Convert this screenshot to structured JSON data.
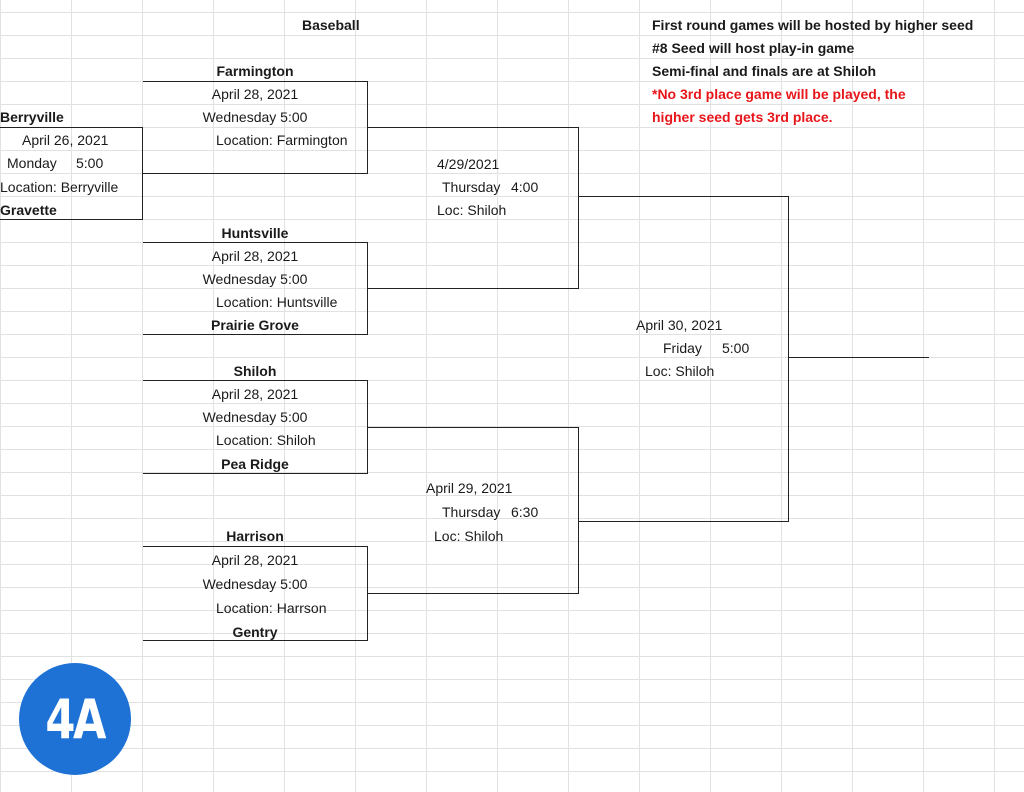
{
  "sheet": {
    "title": "Baseball",
    "notes": [
      "First round games will be hosted by higher seed",
      "#8 Seed will host play-in game",
      "Semi-final and finals are at Shiloh"
    ],
    "red_notes": [
      "*No 3rd place game will be played, the",
      "higher seed gets 3rd place."
    ]
  },
  "play_in": {
    "team1": "Berryville",
    "date": "April 26, 2021",
    "day": "Monday",
    "time": "5:00",
    "location": "Location: Berryville",
    "team2": "Gravette"
  },
  "round1": [
    {
      "team1": "Farmington",
      "date": "April 28, 2021",
      "time": "Wednesday 5:00",
      "location": "Location: Farmington"
    },
    {
      "team1": "Huntsville",
      "date": "April 28, 2021",
      "time": "Wednesday 5:00",
      "location": "Location: Huntsville",
      "team2": "Prairie Grove"
    },
    {
      "team1": "Shiloh",
      "date": "April 28, 2021",
      "time": "Wednesday 5:00",
      "location": "Location: Shiloh",
      "team2": "Pea Ridge"
    },
    {
      "team1": "Harrison",
      "date": "April 28, 2021",
      "time": "Wednesday 5:00",
      "location": "Location: Harrson",
      "team2": "Gentry"
    }
  ],
  "semis": [
    {
      "date": "4/29/2021",
      "day": "Thursday",
      "time": "4:00",
      "location": "Loc: Shiloh"
    },
    {
      "date": "April 29, 2021",
      "day": "Thursday",
      "time": "6:30",
      "location": "Loc:  Shiloh"
    }
  ],
  "final": {
    "date": "April 30, 2021",
    "day": "Friday",
    "time": "5:00",
    "location": "Loc: Shiloh"
  },
  "logo": {
    "text": "4A",
    "color": "#1e72d6"
  }
}
